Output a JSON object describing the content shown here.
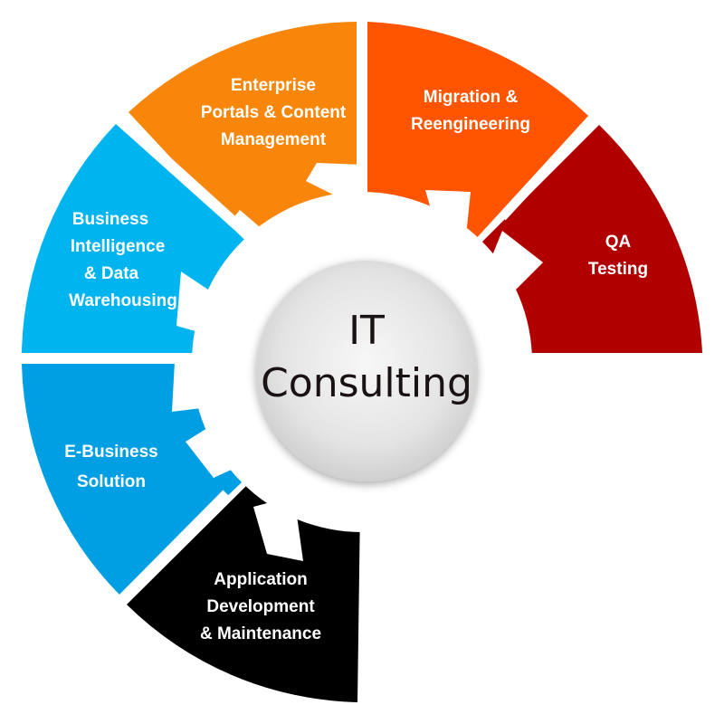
{
  "center": {
    "line1": "IT",
    "line2": "Consulting"
  },
  "segments": [
    {
      "id": "bi",
      "lines": [
        "Business",
        "Intelligence",
        "& Data",
        "Warehousing"
      ],
      "color": "#00B4F0"
    },
    {
      "id": "enterprise",
      "lines": [
        "Enterprise",
        "Portals & Content",
        "Management"
      ],
      "color": "#F7860A"
    },
    {
      "id": "migration",
      "lines": [
        "Migration &",
        "Reengineering"
      ],
      "color": "#FF5500"
    },
    {
      "id": "qa",
      "lines": [
        "QA",
        "Testing"
      ],
      "color": "#B00000"
    },
    {
      "id": "ebusiness",
      "lines": [
        "E-Business",
        "Solution"
      ],
      "color": "#009FE3"
    },
    {
      "id": "appdev",
      "lines": [
        "Application",
        "Development",
        "& Maintenance"
      ],
      "color": "#000000"
    }
  ]
}
